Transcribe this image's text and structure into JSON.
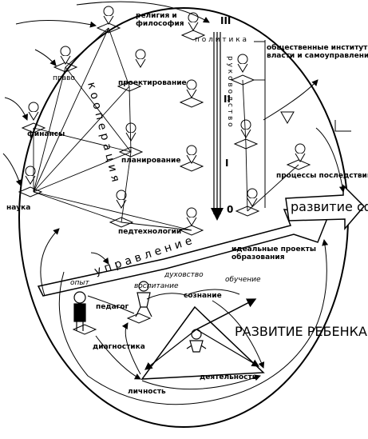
{
  "labels": {
    "religion": "религия и философия",
    "law": "право",
    "design": "проектирование",
    "finance": "финансы",
    "planning": "планирование",
    "science": "наука",
    "pedtech": "педтехнологии",
    "politics": "п о л и т и к а",
    "public_inst": "общественные институты власти и самоуправления",
    "leadership": "р у к о в о д с т в о",
    "processes": "процессы последствий",
    "ideal_projects": "идеальные проекты образования",
    "cooperation": "к о о п е р а ц и я",
    "management": "у п р а в л е н и е",
    "sphere_dev": "развитие сферы",
    "experience": "опыт",
    "activity": "воспитание",
    "spirituality": "духовство",
    "learning": "обучение",
    "consciousness": "сознание",
    "pedagogue": "педагог",
    "diagnostics": "диагностика",
    "child_dev": "РАЗВИТИЕ РЕБЕНКА",
    "personality": "личность",
    "activity2": "деятельность",
    "zero": "0"
  },
  "roman": {
    "r3": "III",
    "r2": "II",
    "r1": "I"
  }
}
